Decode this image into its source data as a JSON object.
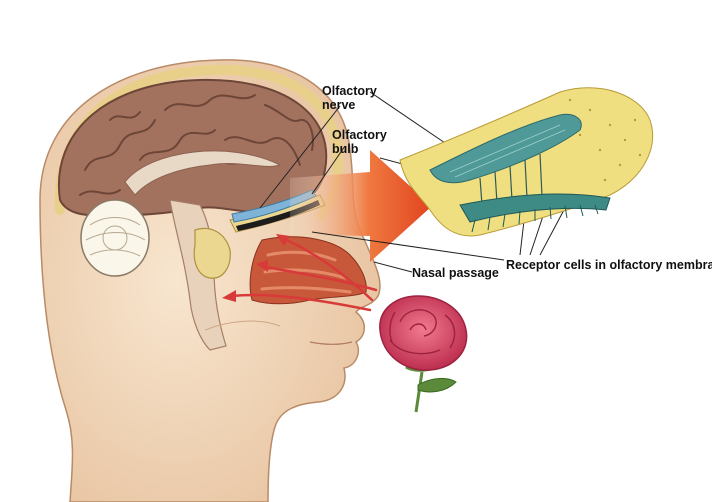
{
  "labels": {
    "olfactory_nerve": [
      "Olfactory",
      "nerve"
    ],
    "olfactory_bulb": [
      "Olfactory",
      "bulb"
    ],
    "nasal_passage": "Nasal passage",
    "receptor_cells": "Receptor cells in olfactory membrane"
  },
  "colors": {
    "skin": "#f3dcc0",
    "skin_shadow": "#e3b894",
    "brain": "#9e6f5e",
    "brain_dark": "#6e4638",
    "cerebellum": "#fbf6ea",
    "bone": "#ecd790",
    "nasal_cavity": "#c7583a",
    "arrow_big": "#e8522a",
    "arrow_red": "#d83a3a",
    "membrane_teal": "#4f9a98",
    "membrane_yellow": "#f0df80",
    "rose": "#d84a6a",
    "rose_dark": "#9c2240",
    "leaf": "#5a8a3a"
  }
}
